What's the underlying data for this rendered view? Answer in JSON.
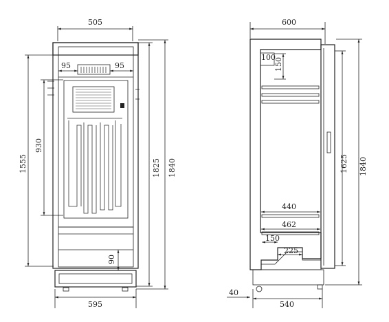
{
  "colors": {
    "ink": "#1e1e1e",
    "hatch": "#555555",
    "paper": "#ffffff"
  },
  "front_view": {
    "top_width": "505",
    "base_width": "595",
    "left_inset": "95",
    "right_inset": "95",
    "height_1555": "1555",
    "height_930": "930",
    "height_1825": "1825",
    "height_1840": "1840",
    "bottom_90": "90"
  },
  "side_view": {
    "top_depth": "600",
    "corner_100": "100",
    "corner_150": "150",
    "door_1625": "1625",
    "height_1840": "1840",
    "shelf_440": "440",
    "shelf_462": "462",
    "step_150": "150",
    "step_225": "225",
    "foot_40": "40",
    "base_540": "540"
  }
}
